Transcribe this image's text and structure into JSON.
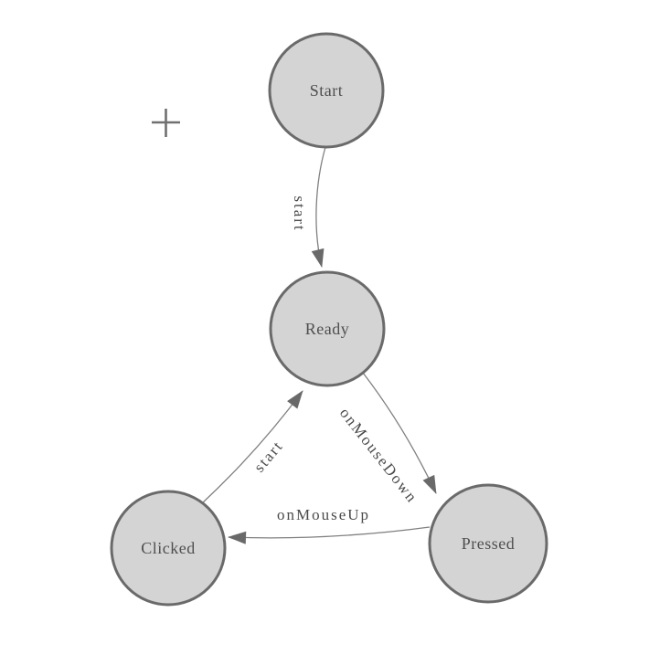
{
  "diagram": {
    "type": "state-machine",
    "nodes": [
      {
        "id": "start",
        "label": "Start"
      },
      {
        "id": "ready",
        "label": "Ready"
      },
      {
        "id": "clicked",
        "label": "Clicked"
      },
      {
        "id": "pressed",
        "label": "Pressed"
      }
    ],
    "edges": [
      {
        "from": "start",
        "to": "ready",
        "label": "start"
      },
      {
        "from": "clicked",
        "to": "ready",
        "label": "start"
      },
      {
        "from": "ready",
        "to": "pressed",
        "label": "onMouseDown"
      },
      {
        "from": "pressed",
        "to": "clicked",
        "label": "onMouseUp"
      }
    ],
    "colors": {
      "node_fill": "#d4d4d4",
      "node_border": "#6a6a6a",
      "node_text": "#4f4f4f",
      "edge_line": "#808080",
      "arrowhead": "#696969",
      "edge_text": "#4a4a4a",
      "plus_icon": "#707070",
      "background": "#ffffff"
    }
  }
}
